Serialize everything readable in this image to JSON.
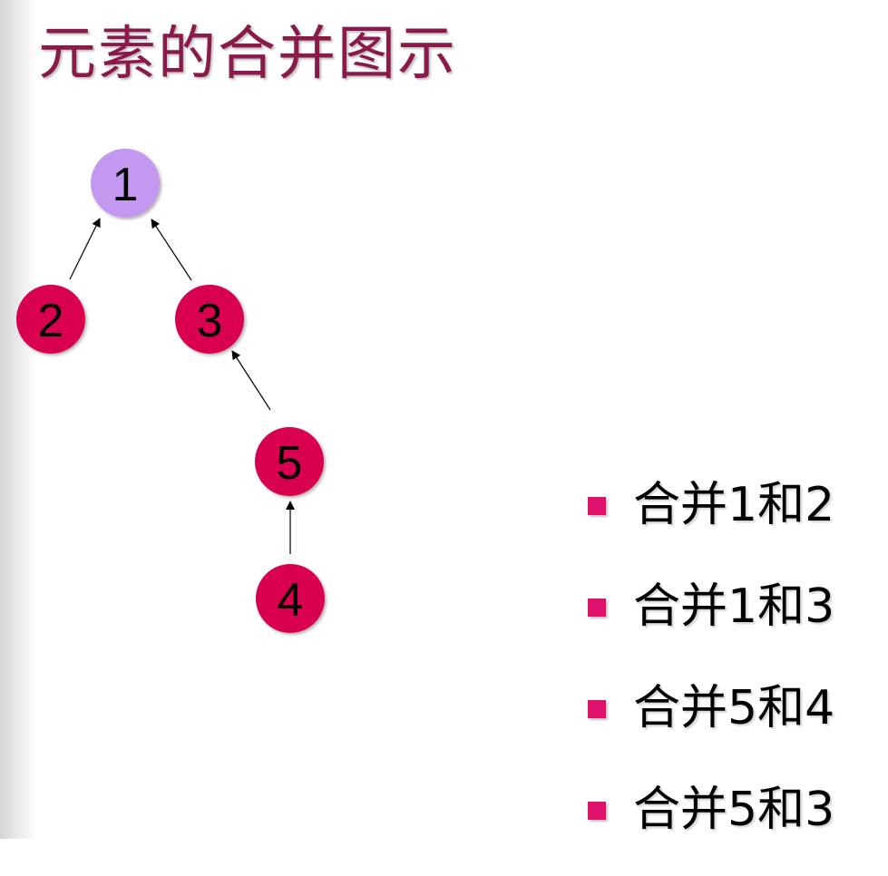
{
  "slide": {
    "title": "元素的合并图示"
  },
  "diagram": {
    "nodes": [
      {
        "id": "1",
        "label": "1",
        "role": "root",
        "color": "#c497f0"
      },
      {
        "id": "2",
        "label": "2",
        "role": "child",
        "color": "#d9004f"
      },
      {
        "id": "3",
        "label": "3",
        "role": "child",
        "color": "#d9004f"
      },
      {
        "id": "5",
        "label": "5",
        "role": "child",
        "color": "#d9004f"
      },
      {
        "id": "4",
        "label": "4",
        "role": "child",
        "color": "#d9004f"
      }
    ],
    "edges": [
      {
        "from": "2",
        "to": "1"
      },
      {
        "from": "3",
        "to": "1"
      },
      {
        "from": "5",
        "to": "3"
      },
      {
        "from": "4",
        "to": "5"
      }
    ]
  },
  "steps": [
    "合并1和2",
    "合并1和3",
    "合并5和4",
    "合并5和3"
  ],
  "colors": {
    "title": "#8a1a4a",
    "bullet": "#e0116a",
    "root_node": "#c497f0",
    "child_node": "#d9004f"
  }
}
